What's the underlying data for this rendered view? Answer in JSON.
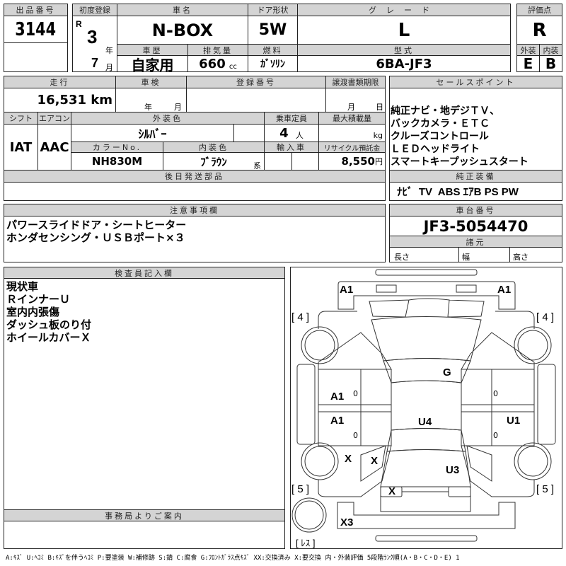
{
  "lot": {
    "label": "出品番号",
    "value": "3144"
  },
  "first_reg": {
    "label": "初度登録",
    "era": "R",
    "year": "3",
    "year_unit": "年",
    "month": "7",
    "month_unit": "月"
  },
  "car_name": {
    "label": "車名",
    "value": "N-BOX"
  },
  "door": {
    "label": "ドア形状",
    "value": "5W"
  },
  "grade": {
    "label": "グレード",
    "value": "L"
  },
  "history": {
    "label": "車歴",
    "value": "自家用"
  },
  "displacement": {
    "label": "排気量",
    "value": "660",
    "unit": "cc"
  },
  "fuel": {
    "label": "燃料",
    "value": "ｶﾞｿﾘﾝ"
  },
  "model": {
    "label": "型式",
    "value": "6BA-JF3"
  },
  "score": {
    "label": "評価点",
    "value": "R",
    "ext_label": "外装",
    "int_label": "内装",
    "ext": "E",
    "int": "B"
  },
  "mileage": {
    "label": "走行",
    "value": "16,531 km"
  },
  "inspection": {
    "label": "車検",
    "year_unit": "年",
    "month_unit": "月"
  },
  "reg_number": {
    "label": "登録番号"
  },
  "transfer": {
    "label": "譲渡書類期限",
    "month_unit": "月",
    "day_unit": "日"
  },
  "shift": {
    "label": "シフト",
    "value": "IAT"
  },
  "aircon": {
    "label": "エアコン",
    "value": "AAC"
  },
  "ext_color": {
    "label": "外装色",
    "value": "ｼﾙﾊﾞｰ"
  },
  "capacity": {
    "label": "乗車定員",
    "value": "4",
    "unit": "人"
  },
  "max_load": {
    "label": "最大積載量",
    "unit": "kg"
  },
  "color_no": {
    "label": "カラーNo.",
    "value": "NH830M"
  },
  "int_color": {
    "label": "内装色",
    "value": "ﾌﾞﾗｳﾝ",
    "suffix": "系"
  },
  "import": {
    "label": "輸入車"
  },
  "recycle": {
    "label": "リサイクル預託金",
    "value": "8,550",
    "unit": "円"
  },
  "later_parts": {
    "label": "後日発送部品"
  },
  "sales_points": {
    "label": "セールスポイント",
    "text": "純正ナビ・地デジＴＶ、\nバックカメラ・ＥＴＣ\nクルーズコントロール\nＬＥＤヘッドライト\nスマートキープッシュスタート"
  },
  "equipment": {
    "label": "純正装備",
    "value": "ﾅﾋﾞ  TV  ABS ｴｱB PS PW"
  },
  "notes": {
    "label": "注意事項欄",
    "text": "パワースライドドア・シートヒーター\nホンダセンシング・ＵＳＢポート×３"
  },
  "chassis": {
    "label": "車台番号",
    "value": "JF3-5054470"
  },
  "specs": {
    "label": "諸元",
    "length": "長さ",
    "width": "幅",
    "height": "高さ"
  },
  "inspector": {
    "label": "検査員記入欄",
    "text": "現状車\nＲインナーＵ\n室内内張傷\nダッシュ板のり付\nホイールカバーＸ"
  },
  "office": {
    "label": "事務局よりご案内"
  },
  "diagram": {
    "marks": {
      "fl_bumper": "A1",
      "fr_bumper": "A1",
      "windshield": "G",
      "fl_door": "A1",
      "rl_door": "A1",
      "roof": "U4",
      "r_door": "U1",
      "rl_fender": "X",
      "rl_quarter": "X",
      "trunk": "U3",
      "rear_lamp": "X",
      "rear_bumper": "X3",
      "door_zero_1": "0",
      "door_zero_2": "0",
      "door_zero_3": "0",
      "door_zero_4": "0"
    },
    "tire_fl": "[ 4 ]",
    "tire_fr": "[ 4 ]",
    "tire_rl": "[ 5 ]",
    "tire_rr": "[ 5 ]",
    "spare": "[ ﾚｽ ]"
  },
  "legend": "A:ｷｽﾞ U:ﾍｺﾐ B:ｷｽﾞを伴うﾍｺﾐ P:要塗装 W:補修跡 S:錆 C:腐食 G:ﾌﾛﾝﾄｶﾞﾗｽ点ｷｽﾞ XX:交換済み X:要交換  内・外装評価  5段階ﾗﾝｸ順(A・B・C・D・E) 1"
}
